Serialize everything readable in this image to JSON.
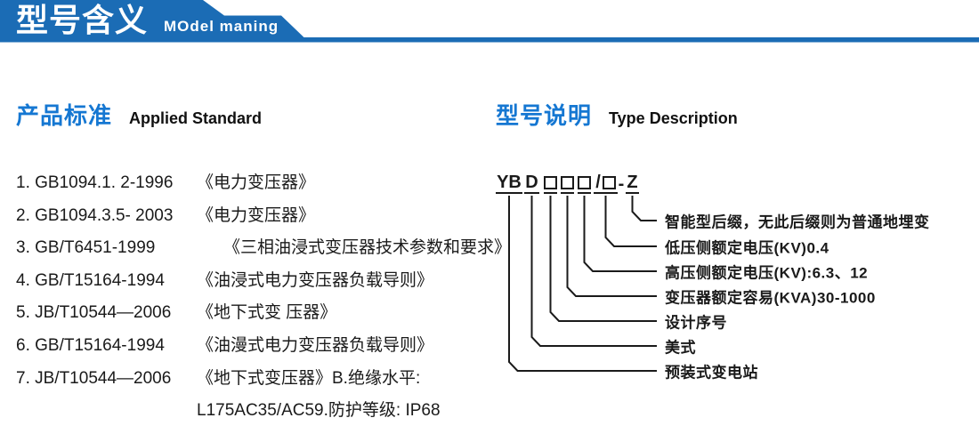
{
  "header": {
    "title": "型号含义",
    "subtitle": "MOdel maning"
  },
  "left": {
    "heading": "产品标准",
    "heading_en": "Applied Standard",
    "items": [
      {
        "code": "1. GB1094.1. 2-1996",
        "title": "《电力变压器》"
      },
      {
        "code": "2. GB1094.3.5- 2003",
        "title": "《电力变压器》"
      },
      {
        "code": "3. GB/T6451-1999",
        "title": "《三相油浸式变压器技术参数和要求》"
      },
      {
        "code": "4. GB/T15164-1994",
        "title": "《油浸式电力变压器负载导则》"
      },
      {
        "code": "5. JB/T10544—2006",
        "title": "《地下式变 压器》"
      },
      {
        "code": "6. GB/T15164-1994",
        "title": "《油漫式电力变压器负载导则》"
      },
      {
        "code": "7. JB/T10544—2006",
        "title": "《地下式变压器》B.绝缘水平:"
      }
    ],
    "continuation": "L175AC35/AC59.防护等级: IP68"
  },
  "right": {
    "heading": "型号说明",
    "heading_en": "Type Description",
    "code": {
      "prefix": "YB",
      "type": "D",
      "slash": "/",
      "hyphen": "-",
      "suffix": "Z"
    },
    "labels": [
      {
        "text": "智能型后缀，无此后缀则为普通地埋变"
      },
      {
        "text": "低压侧额定电压(KV)0.4"
      },
      {
        "text": "高压侧额定电压(KV):6.3、12"
      },
      {
        "text": "变压器额定容易(KVA)30-1000"
      },
      {
        "text": "设计序号"
      },
      {
        "text": "美式"
      },
      {
        "text": "预装式变电站"
      }
    ]
  },
  "colors": {
    "header_blue": "#1b6cb5",
    "heading_blue": "#1577d2",
    "text": "#1a1a1a"
  }
}
